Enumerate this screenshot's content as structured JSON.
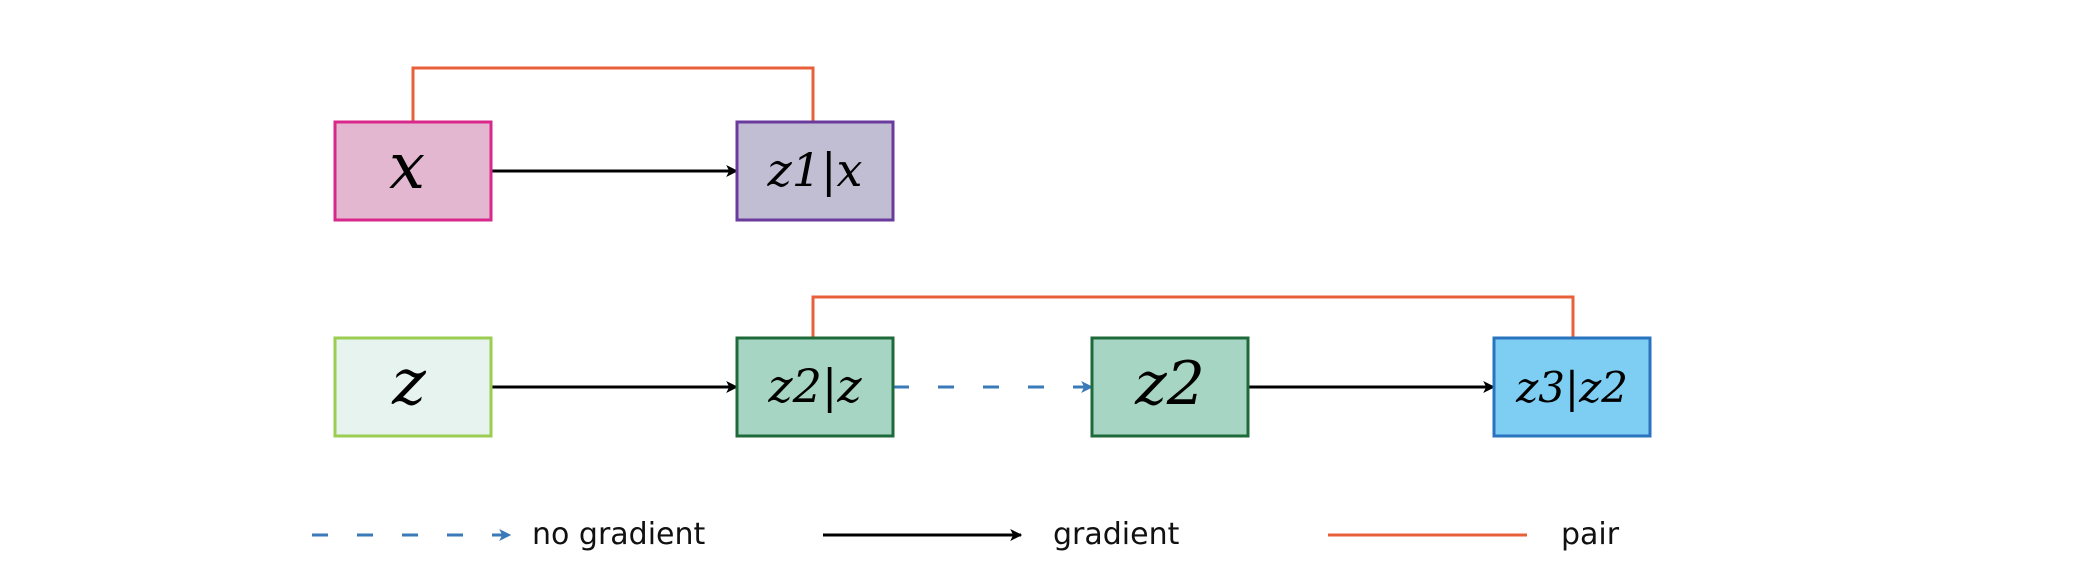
{
  "nodes": {
    "x": {
      "label": "x",
      "fill": "#e4b7d1",
      "stroke": "#d8288c"
    },
    "z1_x": {
      "label": "z1|x",
      "fill": "#c1bdd3",
      "stroke": "#6a3a9c"
    },
    "z": {
      "label": "z",
      "fill": "#e7f3ee",
      "stroke": "#9acd51"
    },
    "z2_z": {
      "label": "z2|z",
      "fill": "#a7d5c4",
      "stroke": "#1f6a3a"
    },
    "z2": {
      "label": "z2",
      "fill": "#a7d5c4",
      "stroke": "#1f6a3a"
    },
    "z3_z2": {
      "label": "z3|z2",
      "fill": "#7ecdf2",
      "stroke": "#2a74bf"
    }
  },
  "edges": {
    "gradient_color": "#000000",
    "no_gradient_color": "#3a7ab8",
    "pair_color": "#e8603a"
  },
  "legend": {
    "no_gradient": "no gradient",
    "gradient": "gradient",
    "pair": "pair"
  }
}
